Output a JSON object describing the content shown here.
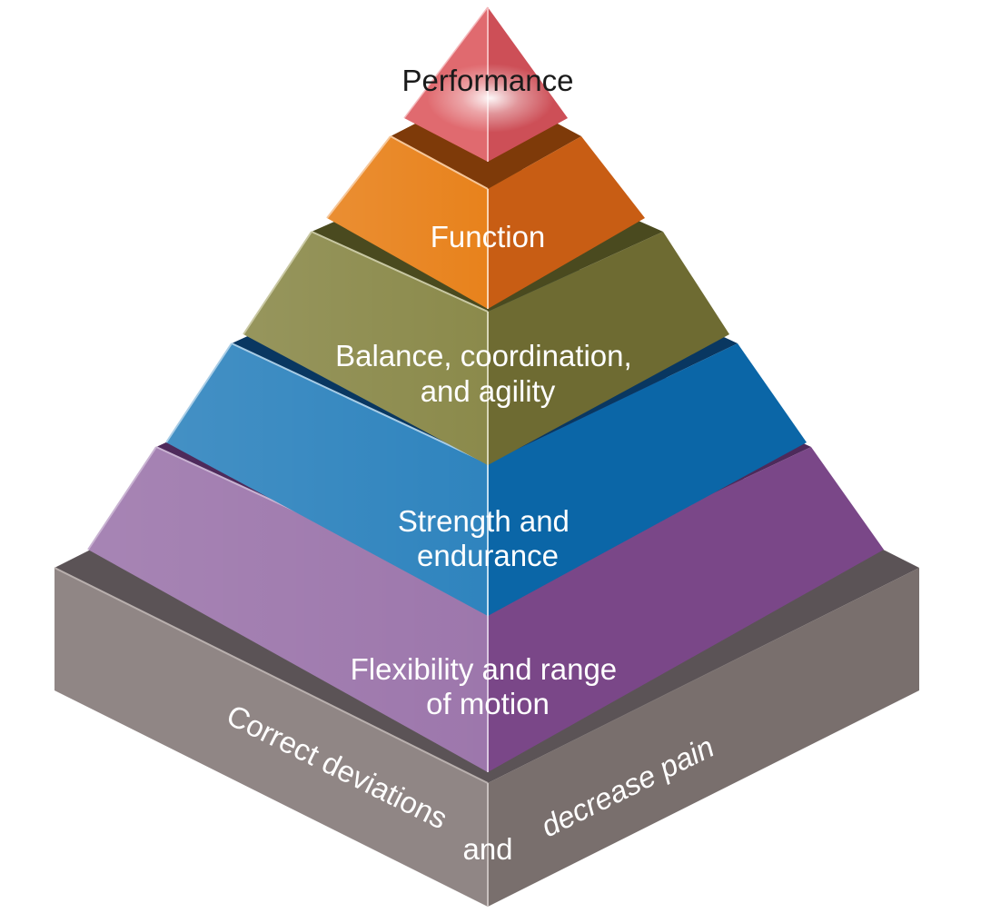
{
  "diagram": {
    "levels": [
      {
        "id": "performance",
        "label_lines": [
          "Performance"
        ],
        "colors": {
          "left": "#e06a6f",
          "right": "#cd4f57",
          "lip": "#b13a44"
        }
      },
      {
        "id": "function",
        "label_lines": [
          "Function"
        ],
        "colors": {
          "left": "#e8821c",
          "right": "#c85d14",
          "lip": "#7e3a09"
        }
      },
      {
        "id": "balance",
        "label_lines": [
          "Balance, coordination,",
          "and agility"
        ],
        "colors": {
          "left": "#8b8a4b",
          "right": "#6e6b32",
          "lip": "#4a4a1f"
        }
      },
      {
        "id": "strength",
        "label_lines": [
          "Strength and",
          "endurance"
        ],
        "colors": {
          "left": "#2f84be",
          "right": "#0b66a7",
          "lip": "#093761"
        }
      },
      {
        "id": "flexibility",
        "label_lines": [
          "Flexibility and range",
          "of motion"
        ],
        "colors": {
          "left": "#9d77ac",
          "right": "#7a4788",
          "lip": "#4e2a5b"
        }
      }
    ],
    "base": {
      "left_text": "Correct deviations",
      "center_text": "and",
      "right_text": "decrease pain",
      "colors": {
        "top": "#5b5356",
        "left": "#908685",
        "right": "#796f6d"
      }
    }
  }
}
